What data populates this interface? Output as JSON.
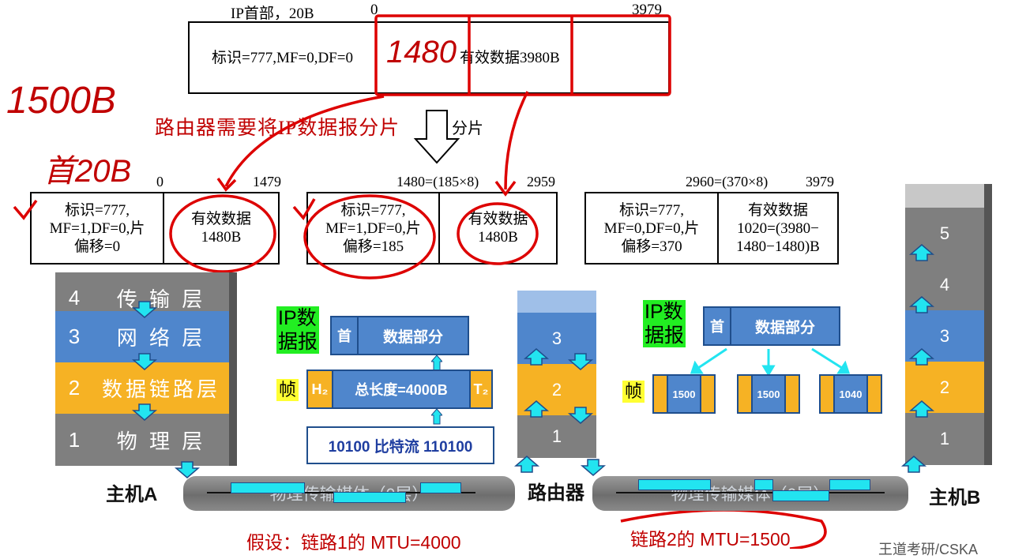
{
  "top": {
    "header_label": "IP首部，20B",
    "offset_start": "0",
    "offset_end": "3979",
    "id_cell": "标识=777,MF=0,DF=0",
    "data_cell": "有效数据3980B",
    "annotation_1480": "1480"
  },
  "middle": {
    "router_text": "路由器需要将IP数据报分片",
    "arrow_label": "分片",
    "note_1500": "1500B",
    "note_header": "首20B"
  },
  "fragments": [
    {
      "off_start": "0",
      "off_end": "1479",
      "header": "标识=777,\nMF=1,DF=0,片\n偏移=0",
      "data": "有效数据\n1480B"
    },
    {
      "off_start": "1480=(185×8)",
      "off_end": "2959",
      "header": "标识=777,\nMF=1,DF=0,片\n偏移=185",
      "data": "有效数据\n1480B"
    },
    {
      "off_start": "2960=(370×8)",
      "off_end": "3979",
      "header": "标识=777,\nMF=0,DF=0,片\n偏移=370",
      "data": "有效数据\n1020=(3980−\n1480−1480)B"
    }
  ],
  "hostA": {
    "label": "主机A",
    "layers": [
      {
        "num": "4",
        "name": "传 输 层"
      },
      {
        "num": "3",
        "name": "网 络 层"
      },
      {
        "num": "2",
        "name": "数据链路层"
      },
      {
        "num": "1",
        "name": "物 理 层"
      }
    ]
  },
  "router": {
    "label": "路由器",
    "layers": [
      "3",
      "2",
      "1"
    ]
  },
  "hostB": {
    "label": "主机B",
    "layers": [
      "5",
      "4",
      "3",
      "2",
      "1"
    ]
  },
  "left_packet": {
    "ip_tag": "IP数\n据报",
    "frame_tag": "帧",
    "head": "首",
    "data_part": "数据部分",
    "h2": "H₂",
    "total_len": "总长度=4000B",
    "t2": "T₂",
    "bitstream": "10100 比特流 110100"
  },
  "right_packet": {
    "ip_tag": "IP数\n据报",
    "frame_tag": "帧",
    "head": "首",
    "data_part": "数据部分",
    "frames": [
      "1500",
      "1500",
      "1040"
    ]
  },
  "links": {
    "medium1": "物理传输媒体（0层）",
    "medium2": "物理传输媒体（0层）",
    "assume": "假设：链路1的 MTU=4000",
    "link2": "链路2的 MTU=1500",
    "watermark": "王道考研/CSKA"
  },
  "colors": {
    "gray": "#7f7f7f",
    "blue": "#4f86cc",
    "gold": "#f6b224",
    "cyan": "#00e5ee",
    "red": "#dd0000",
    "green": "#22ee22",
    "yellow": "#ffff33"
  }
}
